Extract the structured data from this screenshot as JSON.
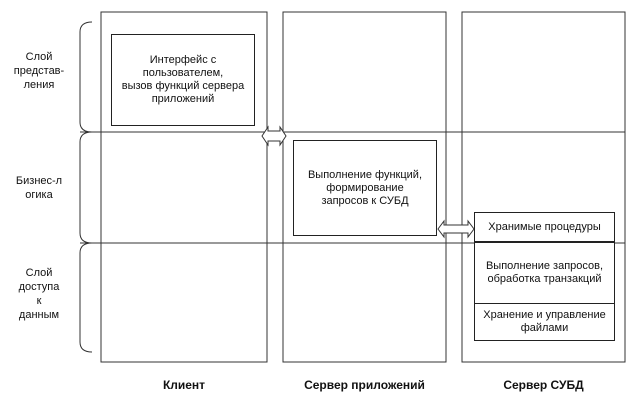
{
  "rows": [
    {
      "label": "Слой\nпредстав-\nления"
    },
    {
      "label": "Бизнес-л\nогика"
    },
    {
      "label": "Слой\nдоступа\nк\nданным"
    }
  ],
  "columns": [
    {
      "label": "Клиент"
    },
    {
      "label": "Сервер приложений"
    },
    {
      "label": "Сервер СУБД"
    }
  ],
  "boxes": {
    "client_ui": "Интерфейс с\nпользователем,\nвызов функций сервера\nприложений",
    "app_server": "Выполнение функций,\nформирование\nзапросов к СУБД",
    "stored_procs": "Хранимые процедуры",
    "query_exec": "Выполнение запросов,\nобработка транзакций",
    "file_storage": "Хранение и управление\nфайлами"
  }
}
